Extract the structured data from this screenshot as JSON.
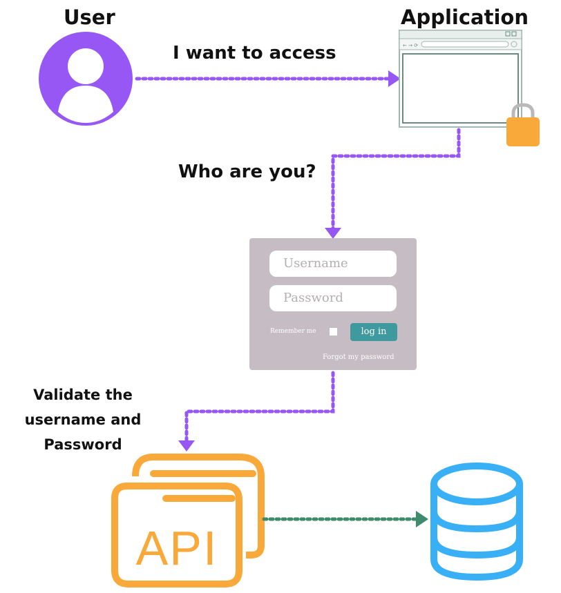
{
  "labels": {
    "user": "User",
    "application": "Application",
    "access": "I want to access",
    "who": "Who are you?",
    "validate": "Validate the username and Password"
  },
  "login_form": {
    "username_placeholder": "Username",
    "password_placeholder": "Password",
    "remember_label": "Remember me",
    "login_button": "log in",
    "forgot_link": "Forgot my password"
  },
  "api_label": "API",
  "colors": {
    "user_purple": "#9657f5",
    "arrow_purple": "#9657f5",
    "arrow_green": "#3d8a6c",
    "lock_orange": "#f9a93a",
    "api_orange": "#f9a93a",
    "db_blue": "#39b0f5",
    "panel_gray": "#c6bcc3",
    "button_teal": "#3f9aa0",
    "browser_frame": "#9fb8b0"
  },
  "icons": [
    "user-avatar-icon",
    "browser-window-icon",
    "padlock-icon",
    "api-folder-icon",
    "database-icon"
  ]
}
